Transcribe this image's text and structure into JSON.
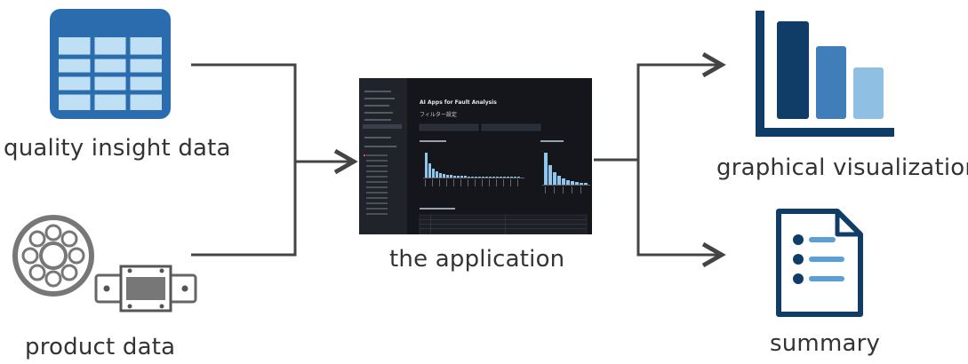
{
  "inputs": {
    "quality_label": "quality insight data",
    "product_label": "product data"
  },
  "center": {
    "label": "the application",
    "window_title": "AI Apps for Fault Analysis",
    "filter_heading": "フィルター設定"
  },
  "outputs": {
    "visualization_label": "graphical visualization",
    "summary_label": "summary"
  },
  "colors": {
    "icon_blue": "#2b6cae",
    "bar_dark": "#0f3d67",
    "bar_mid": "#3f7eb8",
    "bar_light": "#8fbfe2",
    "line": "#444444"
  },
  "icons": [
    "table-icon",
    "bearing-icon",
    "linear-guide-icon",
    "bar-chart-icon",
    "document-icon",
    "arrow-icon"
  ]
}
